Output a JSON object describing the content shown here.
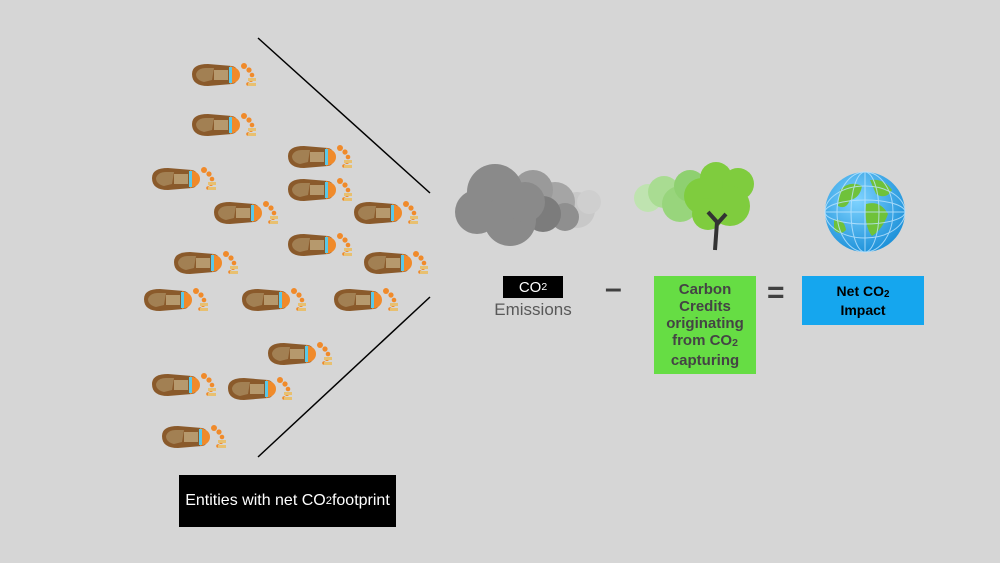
{
  "entities": {
    "label": "Entities with net CO",
    "sub": "2",
    "label_end": " footprint"
  },
  "emissions": {
    "co2_prefix": "CO",
    "co2_sub": "2",
    "label": "Emissions"
  },
  "operators": {
    "minus": "–",
    "equals": "="
  },
  "credits": {
    "line1": "Carbon",
    "line2": "Credits",
    "line3": "originating",
    "line4_prefix": "from CO",
    "line4_sub": "2",
    "line5": "capturing"
  },
  "net": {
    "prefix": "Net CO",
    "sub": "2",
    "line2": "Impact"
  },
  "colors": {
    "background": "#d6d6d6",
    "credits_box": "#66dd44",
    "net_box": "#15a6ee",
    "footprint": "#8a5a2b"
  },
  "icons": {
    "footprints": "footprint-icon",
    "cloud": "cloud-icon",
    "tree": "tree-icon",
    "globe": "globe-icon"
  }
}
